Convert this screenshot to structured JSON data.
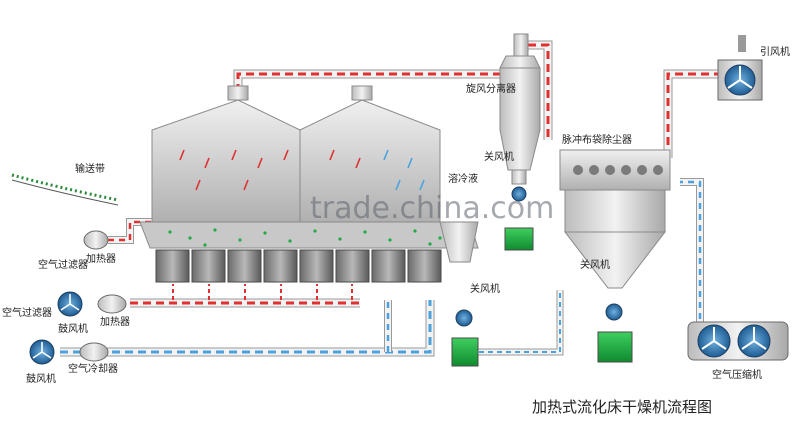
{
  "title": "加热式流化床干燥机流程图",
  "watermark": "trade.china.com",
  "labels": {
    "conveyor": "输送带",
    "air_filter_1": "空气过滤器",
    "air_filter_2": "空气过滤器",
    "blower_1": "鼓风机",
    "blower_2": "鼓风机",
    "heater_1": "加热器",
    "heater_2": "加热器",
    "air_cooler": "空气冷却器",
    "cyclone": "旋风分离器",
    "valve_1": "关风机",
    "valve_2": "关风机",
    "valve_3": "关风机",
    "spray": "溶冷液",
    "bag_filter": "脉冲布袋除尘器",
    "induced_fan": "引风机",
    "air_compressor": "空气压缩机"
  },
  "colors": {
    "hot_air": "#e03030",
    "cool_air": "#4aa3e0",
    "pipe": "#d9d9d9",
    "pipe_edge": "#9a9a9a",
    "product": "#22aa44",
    "fan": "#2f6fa8"
  }
}
